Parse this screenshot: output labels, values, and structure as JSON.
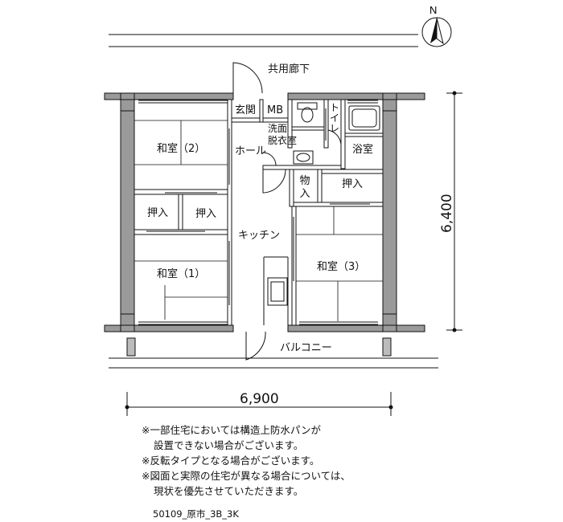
{
  "north_label": "N",
  "rooms": {
    "corridor": "共用廊下",
    "entrance": "玄関",
    "mb": "MB",
    "toilet": "トイレ",
    "washroom": "洗面\n脱衣室",
    "bath": "浴室",
    "hall": "ホール",
    "storage": "物入",
    "closet_right": "押入",
    "washitsu2": "和室（2）",
    "closet_left_a": "押入",
    "closet_left_b": "押入",
    "kitchen": "キッチン",
    "washitsu1": "和室（1）",
    "washitsu3": "和室（3）",
    "balcony": "バルコニー"
  },
  "dimensions": {
    "depth": "6,400",
    "width": "6,900"
  },
  "notes": [
    "※一部住宅においては構造上防水パンが",
    "設置できない場合がございます。",
    "※反転タイプとなる場合がございます。",
    "※図面と実際の住宅が異なる場合については、",
    "現状を優先させていただきます。"
  ],
  "plan_code": "50109_原市_3B_3K"
}
